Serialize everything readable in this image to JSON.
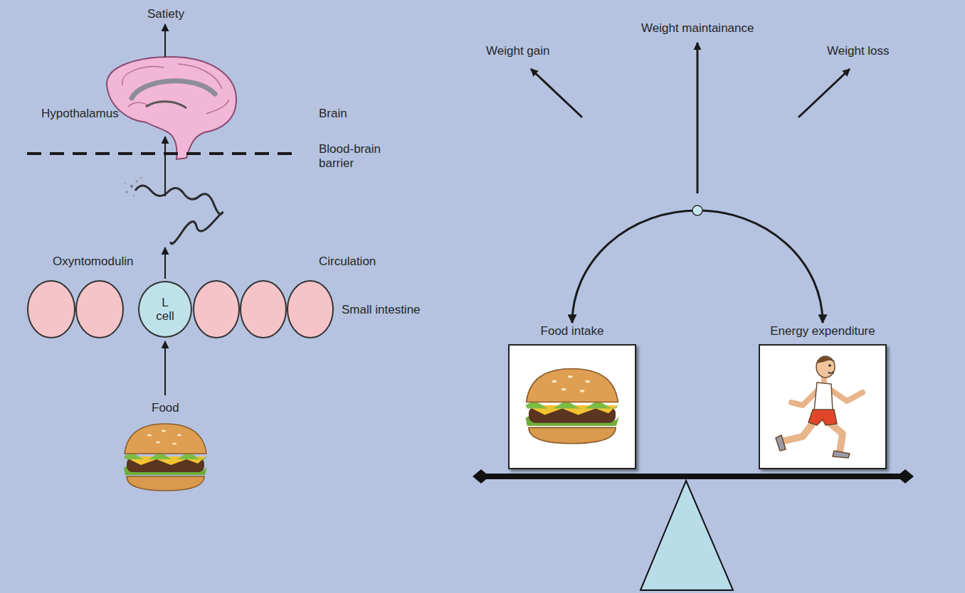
{
  "diagram": {
    "nodes": [
      {
        "text": [
          "L cell"
        ]
      },
      {
        "text": [
          "Food intake"
        ]
      },
      {
        "text": [
          "Energy expenditure"
        ]
      }
    ],
    "edges": [
      {
        "from": 1,
        "to": 2,
        "arrow": "both"
      }
    ],
    "labels": [
      "Satiety",
      "Hypothalamus",
      "Brain",
      "Blood-brain barrier",
      "Oxyntomodulin",
      "Circulation",
      "Small intestine",
      "Food",
      "Weight gain",
      "Weight maintainance",
      "Weight loss"
    ]
  }
}
